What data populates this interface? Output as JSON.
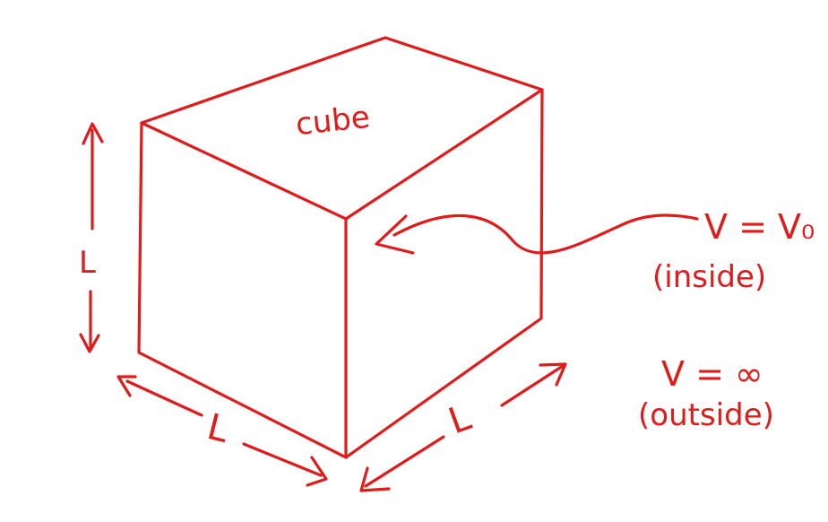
{
  "diagram": {
    "ink_color": "#e01b1b",
    "background": "#ffffff",
    "cube_label": "cube",
    "edge_label_vertical": "L",
    "edge_label_front": "L",
    "edge_label_side": "L",
    "potential_inside": "V = V₀",
    "inside_note": "(inside)",
    "potential_outside": "V = ∞",
    "outside_note": "(outside)"
  }
}
